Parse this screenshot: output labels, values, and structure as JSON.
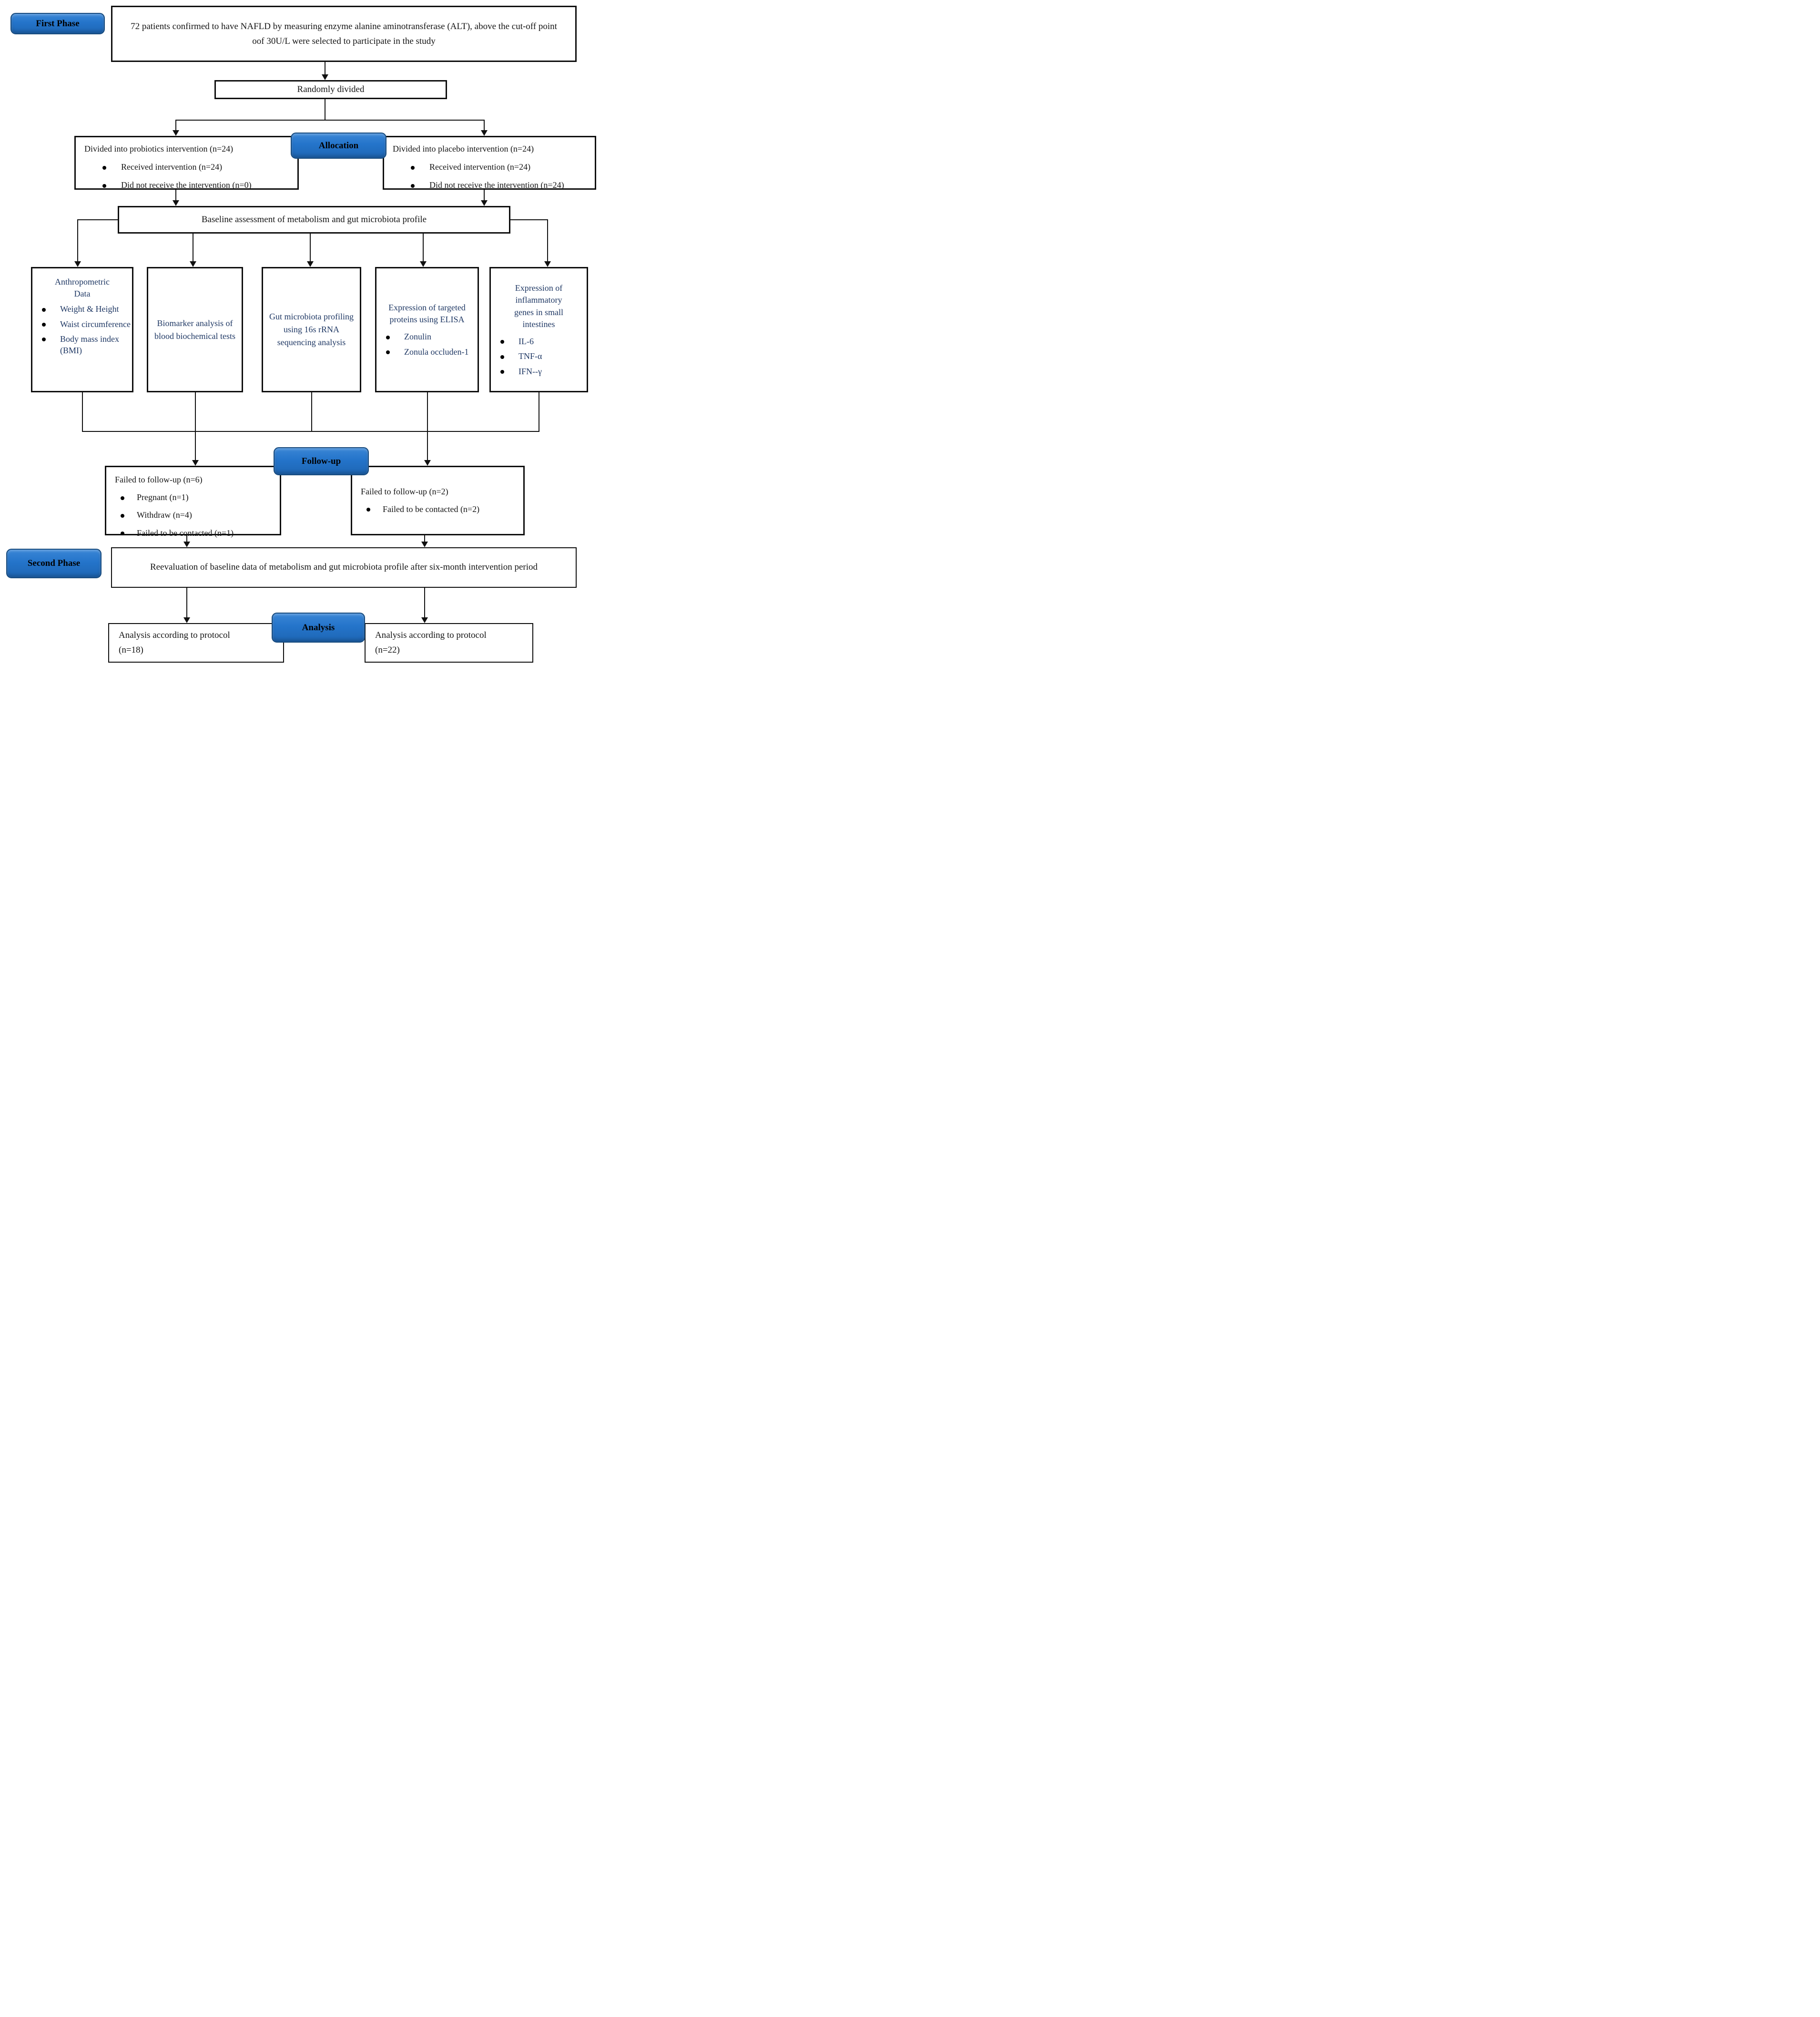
{
  "colors": {
    "badge_fill": "#2474CA",
    "badge_border": "#174A7D",
    "box_border": "#0E0E0E",
    "assessment_text": "#1F3864",
    "body_text": "#141414"
  },
  "badges": {
    "first_phase": "First Phase",
    "allocation": "Allocation",
    "follow_up": "Follow-up",
    "second_phase": "Second Phase",
    "analysis": "Analysis"
  },
  "enrollment": {
    "text": "72 patients confirmed to have NAFLD by measuring enzyme alanine aminotransferase (ALT), above the cut-off point oof 30U/L were selected to participate in the study"
  },
  "randomization": {
    "text": "Randomly divided"
  },
  "allocation": {
    "probiotics": {
      "heading": "Divided into probiotics intervention (n=24)",
      "bullets": [
        "Received intervention (n=24)",
        "Did not receive the intervention (n=0)"
      ]
    },
    "placebo": {
      "heading": "Divided into placebo intervention (n=24)",
      "bullets": [
        "Received intervention (n=24)",
        "Did not receive the intervention (n=24)"
      ]
    }
  },
  "baseline": {
    "text": "Baseline assessment of metabolism and gut microbiota profile"
  },
  "assessments": {
    "anthropometric": {
      "heading": "Anthropometric Data",
      "bullets": [
        "Weight & Height",
        "Waist circumference",
        "Body mass index (BMI)"
      ]
    },
    "biomarker": {
      "text": "Biomarker analysis of blood biochemical tests"
    },
    "gut_microbiota": {
      "text": "Gut microbiota profiling using 16s rRNA sequencing analysis"
    },
    "elisa": {
      "heading": "Expression of targeted proteins using ELISA",
      "bullets": [
        "Zonulin",
        "Zonula occluden-1"
      ]
    },
    "inflammatory": {
      "heading": "Expression of inflammatory genes in small intestines",
      "bullets": [
        "IL-6",
        "TNF-α",
        "IFN--γ"
      ]
    }
  },
  "follow_up": {
    "probiotics": {
      "heading": "Failed to follow-up (n=6)",
      "bullets": [
        "Pregnant (n=1)",
        "Withdraw (n=4)",
        "Failed to be contacted (n=1)"
      ]
    },
    "placebo": {
      "heading": "Failed to follow-up (n=2)",
      "bullets": [
        "Failed to be contacted (n=2)"
      ]
    }
  },
  "reevaluation": {
    "text": "Reevaluation of baseline data of metabolism and gut microbiota profile after six-month intervention period"
  },
  "analysis": {
    "probiotics": {
      "text": "Analysis according to protocol (n=18)"
    },
    "placebo": {
      "text": "Analysis according to protocol (n=22)"
    }
  }
}
